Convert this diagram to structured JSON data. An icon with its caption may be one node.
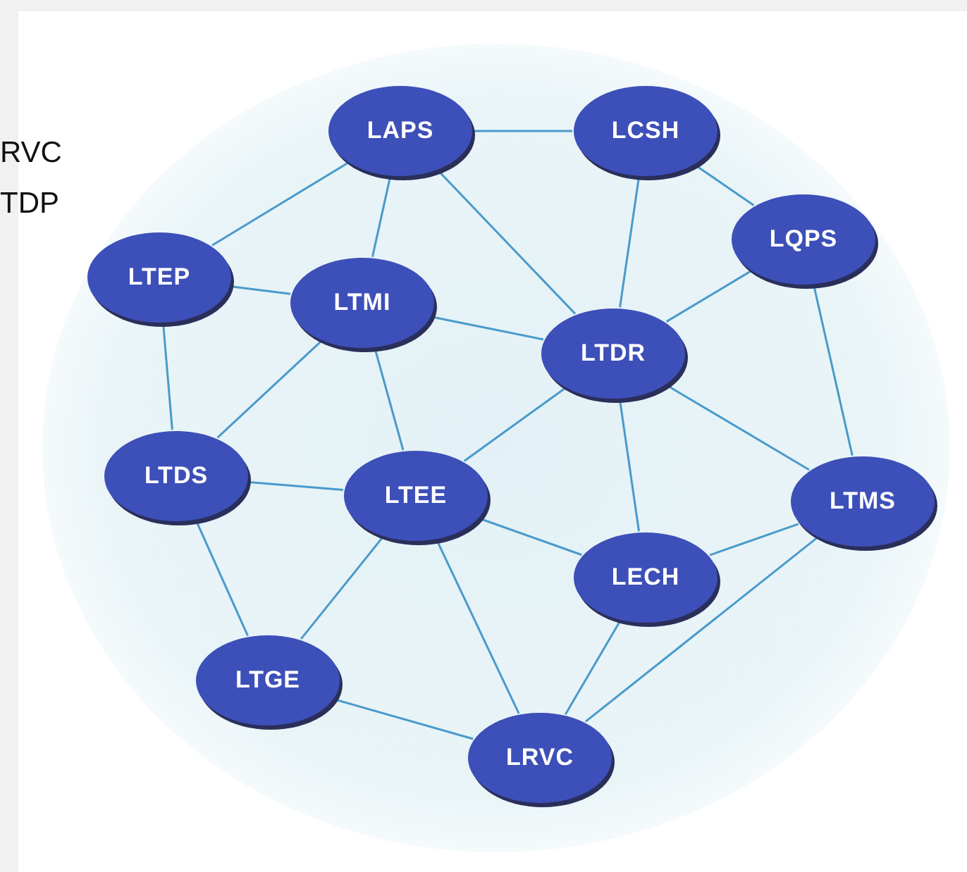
{
  "diagram": {
    "nodes": [
      {
        "text": [
          "LAPS"
        ]
      },
      {
        "text": [
          "LCSH"
        ]
      },
      {
        "text": [
          "LQPS"
        ]
      },
      {
        "text": [
          "LTEP"
        ]
      },
      {
        "text": [
          "LTMI"
        ]
      },
      {
        "text": [
          "LTDR"
        ]
      },
      {
        "text": [
          "LTDS"
        ]
      },
      {
        "text": [
          "LTEE"
        ]
      },
      {
        "text": [
          "LTMS"
        ]
      },
      {
        "text": [
          "LECH"
        ]
      },
      {
        "text": [
          "LTGE"
        ]
      },
      {
        "text": [
          "LRVC"
        ]
      }
    ],
    "edges": [
      {
        "from": 0,
        "to": 1,
        "arrow": "none"
      },
      {
        "from": 0,
        "to": 3,
        "arrow": "none"
      },
      {
        "from": 0,
        "to": 4,
        "arrow": "none"
      },
      {
        "from": 0,
        "to": 5,
        "arrow": "none"
      },
      {
        "from": 1,
        "to": 5,
        "arrow": "none"
      },
      {
        "from": 1,
        "to": 2,
        "arrow": "none"
      },
      {
        "from": 2,
        "to": 5,
        "arrow": "none"
      },
      {
        "from": 2,
        "to": 8,
        "arrow": "none"
      },
      {
        "from": 3,
        "to": 4,
        "arrow": "none"
      },
      {
        "from": 3,
        "to": 6,
        "arrow": "none"
      },
      {
        "from": 4,
        "to": 5,
        "arrow": "none"
      },
      {
        "from": 4,
        "to": 6,
        "arrow": "none"
      },
      {
        "from": 4,
        "to": 7,
        "arrow": "none"
      },
      {
        "from": 5,
        "to": 7,
        "arrow": "none"
      },
      {
        "from": 5,
        "to": 9,
        "arrow": "none"
      },
      {
        "from": 5,
        "to": 8,
        "arrow": "none"
      },
      {
        "from": 6,
        "to": 7,
        "arrow": "none"
      },
      {
        "from": 6,
        "to": 10,
        "arrow": "none"
      },
      {
        "from": 7,
        "to": 9,
        "arrow": "none"
      },
      {
        "from": 7,
        "to": 10,
        "arrow": "none"
      },
      {
        "from": 7,
        "to": 11,
        "arrow": "none"
      },
      {
        "from": 9,
        "to": 8,
        "arrow": "none"
      },
      {
        "from": 9,
        "to": 11,
        "arrow": "none"
      },
      {
        "from": 10,
        "to": 11,
        "arrow": "none"
      },
      {
        "from": 8,
        "to": 11,
        "arrow": "none"
      }
    ],
    "labels": [
      "RVC",
      "TDP"
    ]
  }
}
